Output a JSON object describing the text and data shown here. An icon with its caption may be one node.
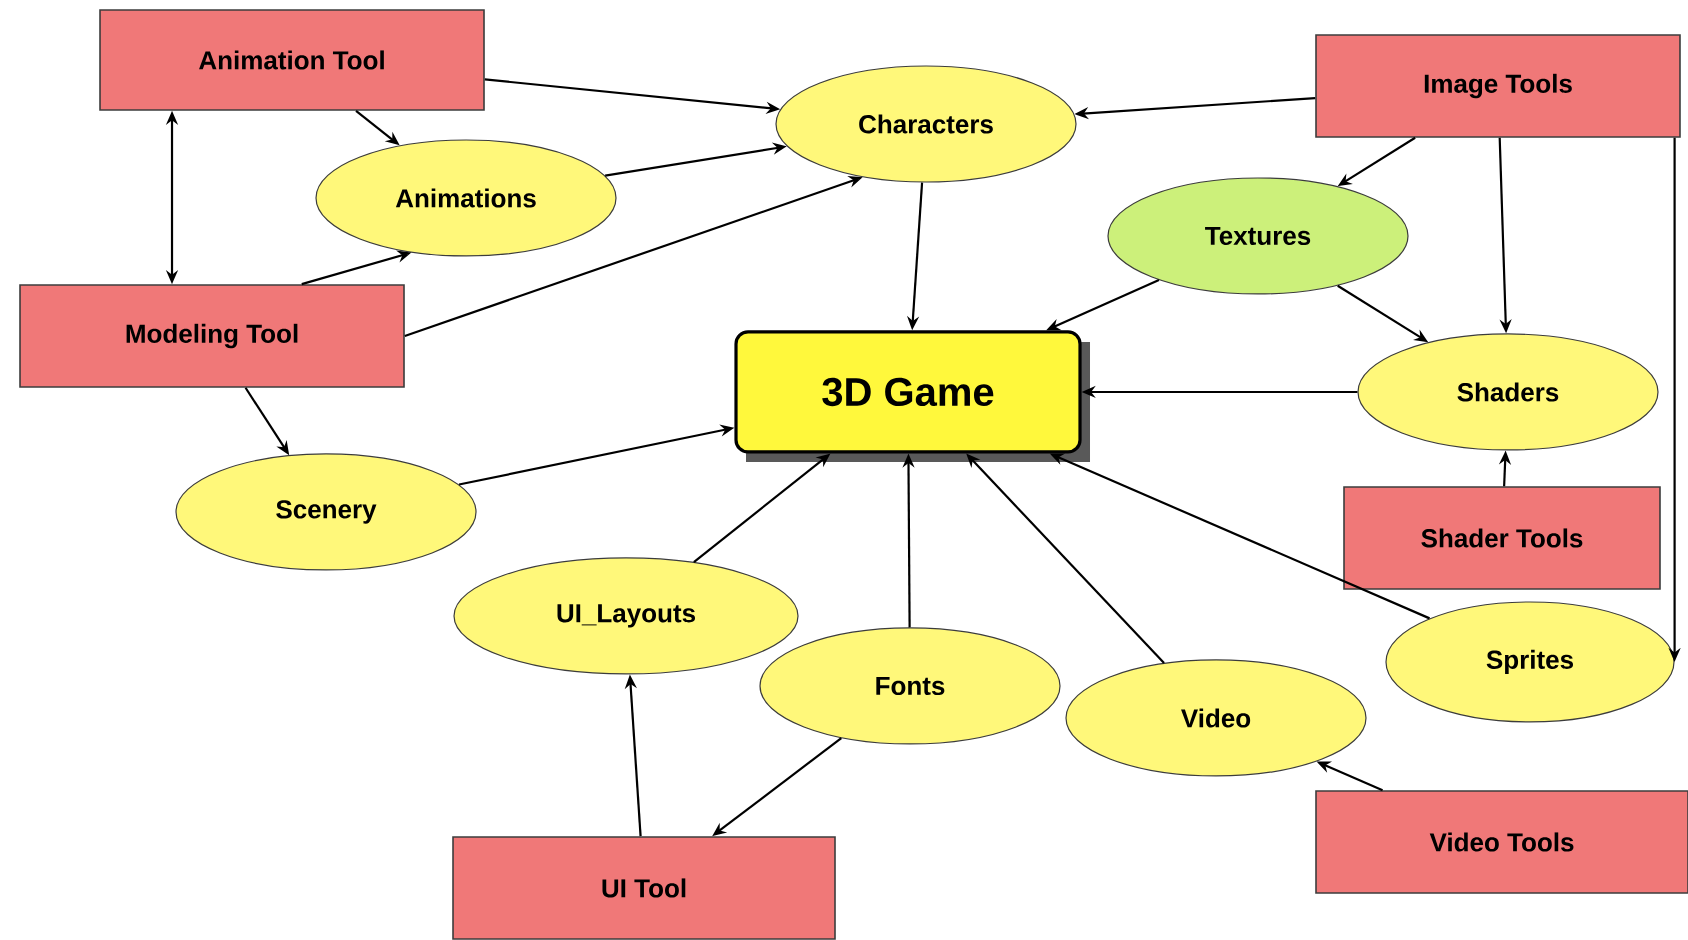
{
  "diagram": {
    "nodes": [
      {
        "text": [
          "Animation Tool"
        ]
      },
      {
        "text": [
          "Animations"
        ]
      },
      {
        "text": [
          "Characters"
        ]
      },
      {
        "text": [
          "Image Tools"
        ]
      },
      {
        "text": [
          "Modeling Tool"
        ]
      },
      {
        "text": [
          "Textures"
        ]
      },
      {
        "text": [
          "3D Game"
        ]
      },
      {
        "text": [
          "Shaders"
        ]
      },
      {
        "text": [
          "Scenery"
        ]
      },
      {
        "text": [
          "Shader Tools"
        ]
      },
      {
        "text": [
          "UI_Layouts"
        ]
      },
      {
        "text": [
          "Fonts"
        ]
      },
      {
        "text": [
          "Sprites"
        ]
      },
      {
        "text": [
          "Video"
        ]
      },
      {
        "text": [
          "UI Tool"
        ]
      },
      {
        "text": [
          "Video Tools"
        ]
      }
    ],
    "edges": [
      {
        "from": 0,
        "to": 2,
        "arrow": "to"
      },
      {
        "from": 0,
        "to": 1,
        "arrow": "to"
      },
      {
        "from": 0,
        "to": 4,
        "arrow": "both"
      },
      {
        "from": 4,
        "to": 1,
        "arrow": "to"
      },
      {
        "from": 1,
        "to": 2,
        "arrow": "to"
      },
      {
        "from": 4,
        "to": 2,
        "arrow": "to"
      },
      {
        "from": 4,
        "to": 8,
        "arrow": "to"
      },
      {
        "from": 3,
        "to": 2,
        "arrow": "to"
      },
      {
        "from": 3,
        "to": 5,
        "arrow": "to"
      },
      {
        "from": 3,
        "to": 7,
        "arrow": "to"
      },
      {
        "from": 3,
        "to": 12,
        "arrow": "to"
      },
      {
        "from": 2,
        "to": 6,
        "arrow": "to"
      },
      {
        "from": 5,
        "to": 6,
        "arrow": "to"
      },
      {
        "from": 5,
        "to": 7,
        "arrow": "to"
      },
      {
        "from": 7,
        "to": 6,
        "arrow": "to"
      },
      {
        "from": 9,
        "to": 7,
        "arrow": "to"
      },
      {
        "from": 8,
        "to": 6,
        "arrow": "to"
      },
      {
        "from": 10,
        "to": 6,
        "arrow": "to"
      },
      {
        "from": 11,
        "to": 6,
        "arrow": "to"
      },
      {
        "from": 13,
        "to": 6,
        "arrow": "to"
      },
      {
        "from": 12,
        "to": 6,
        "arrow": "to"
      },
      {
        "from": 14,
        "to": 10,
        "arrow": "to"
      },
      {
        "from": 11,
        "to": 14,
        "arrow": "to"
      },
      {
        "from": 15,
        "to": 13,
        "arrow": "to"
      }
    ]
  }
}
